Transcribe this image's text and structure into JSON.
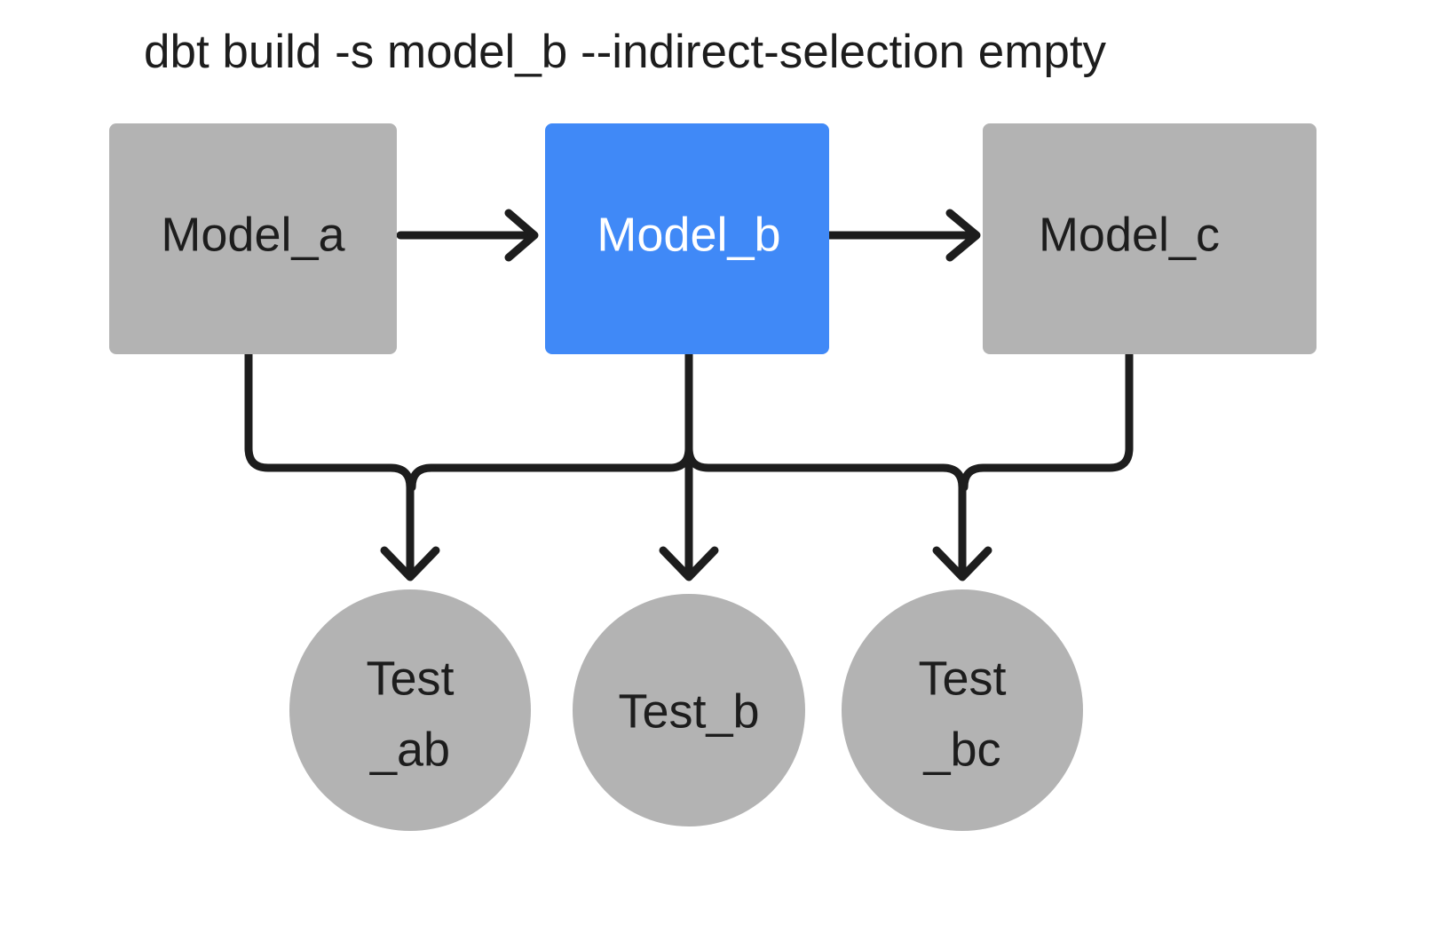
{
  "title": "dbt build -s model_b --indirect-selection empty",
  "colors": {
    "background": "#ffffff",
    "node_gray": "#b3b3b3",
    "node_selected_blue": "#4089f7",
    "edge_black": "#1d1d1d",
    "text_dark": "#1d1d1d",
    "text_light": "#ffffff"
  },
  "nodes": {
    "models": [
      {
        "id": "model_a",
        "label": "Model_a",
        "shape": "rect",
        "state": "unselected",
        "fill": "#b3b3b3",
        "text_color": "#1d1d1d"
      },
      {
        "id": "model_b",
        "label": "Model_b",
        "shape": "rect",
        "state": "selected",
        "fill": "#4089f7",
        "text_color": "#ffffff"
      },
      {
        "id": "model_c",
        "label": "Model_c",
        "shape": "rect",
        "state": "unselected",
        "fill": "#b3b3b3",
        "text_color": "#1d1d1d"
      }
    ],
    "tests": [
      {
        "id": "test_ab",
        "label": "Test_ab",
        "line1": "Test",
        "line2": "_ab",
        "shape": "circle",
        "state": "unselected",
        "fill": "#b3b3b3",
        "text_color": "#1d1d1d"
      },
      {
        "id": "test_b",
        "label": "Test_b",
        "line1": "Test_b",
        "line2": "",
        "shape": "circle",
        "state": "unselected",
        "fill": "#b3b3b3",
        "text_color": "#1d1d1d"
      },
      {
        "id": "test_bc",
        "label": "Test_bc",
        "line1": "Test",
        "line2": "_bc",
        "shape": "circle",
        "state": "unselected",
        "fill": "#b3b3b3",
        "text_color": "#1d1d1d"
      }
    ]
  },
  "edges": [
    {
      "id": "a-to-b",
      "from": "model_a",
      "to": "model_b",
      "style": "arrow-right"
    },
    {
      "id": "b-to-c",
      "from": "model_b",
      "to": "model_c",
      "style": "arrow-right"
    },
    {
      "id": "a-to-test_ab",
      "from": "model_a",
      "to": "test_ab",
      "style": "elbow-down"
    },
    {
      "id": "b-to-test_ab",
      "from": "model_b",
      "to": "test_ab",
      "style": "elbow-down"
    },
    {
      "id": "b-to-test_b",
      "from": "model_b",
      "to": "test_b",
      "style": "straight-down"
    },
    {
      "id": "b-to-test_bc",
      "from": "model_b",
      "to": "test_bc",
      "style": "elbow-down"
    },
    {
      "id": "c-to-test_bc",
      "from": "model_c",
      "to": "test_bc",
      "style": "elbow-down"
    }
  ]
}
